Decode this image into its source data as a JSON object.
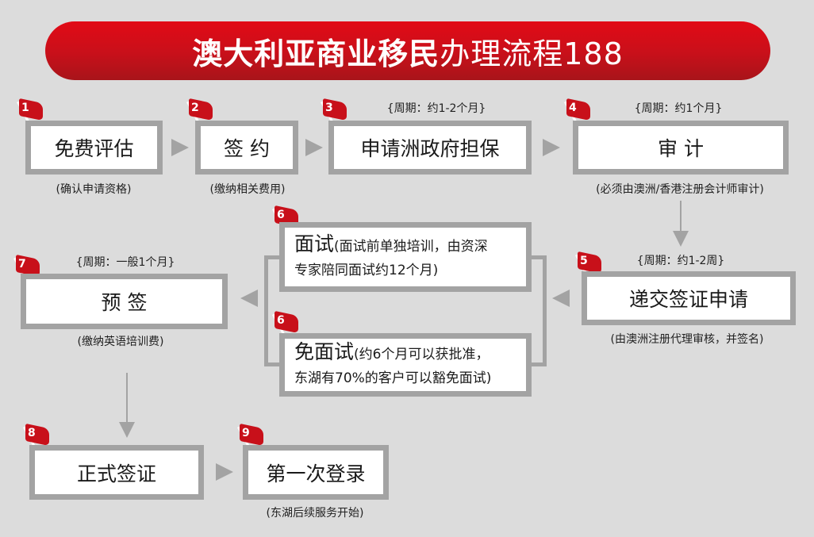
{
  "header": {
    "title_bold": "澳大利亚商业移民",
    "title_normal": "办理流程188",
    "bg_color": "#d0101a"
  },
  "steps": [
    {
      "num": "1",
      "label": "免费评估",
      "period": "",
      "note": "(确认申请资格)"
    },
    {
      "num": "2",
      "label": "签 约",
      "period": "",
      "note": "(缴纳相关费用)"
    },
    {
      "num": "3",
      "label": "申请洲政府担保",
      "period": "{周期：约1-2个月}",
      "note": ""
    },
    {
      "num": "4",
      "label": "审 计",
      "period": "{周期：约1个月}",
      "note": "(必须由澳洲/香港注册会计师审计)"
    },
    {
      "num": "5",
      "label": "递交签证申请",
      "period": "{周期：约1-2周}",
      "note": "(由澳洲注册代理审核，并签名)"
    },
    {
      "num": "6",
      "label": "面试",
      "detail_line1": "(面试前单独培训，由资深",
      "detail_line2": "专家陪同面试约12个月)"
    },
    {
      "num": "6",
      "label": "免面试",
      "detail_line1": "(约6个月可以获批准，",
      "detail_line2": "东湖有70%的客户可以豁免面试)"
    },
    {
      "num": "7",
      "label": "预 签",
      "period": "{周期：一般1个月}",
      "note": "(缴纳英语培训费)"
    },
    {
      "num": "8",
      "label": "正式签证",
      "period": "",
      "note": ""
    },
    {
      "num": "9",
      "label": "第一次登录",
      "period": "",
      "note": "(东湖后续服务开始)"
    }
  ],
  "colors": {
    "background": "#dcdcdc",
    "box_border": "#a3a3a3",
    "flag": "#c8101a"
  }
}
